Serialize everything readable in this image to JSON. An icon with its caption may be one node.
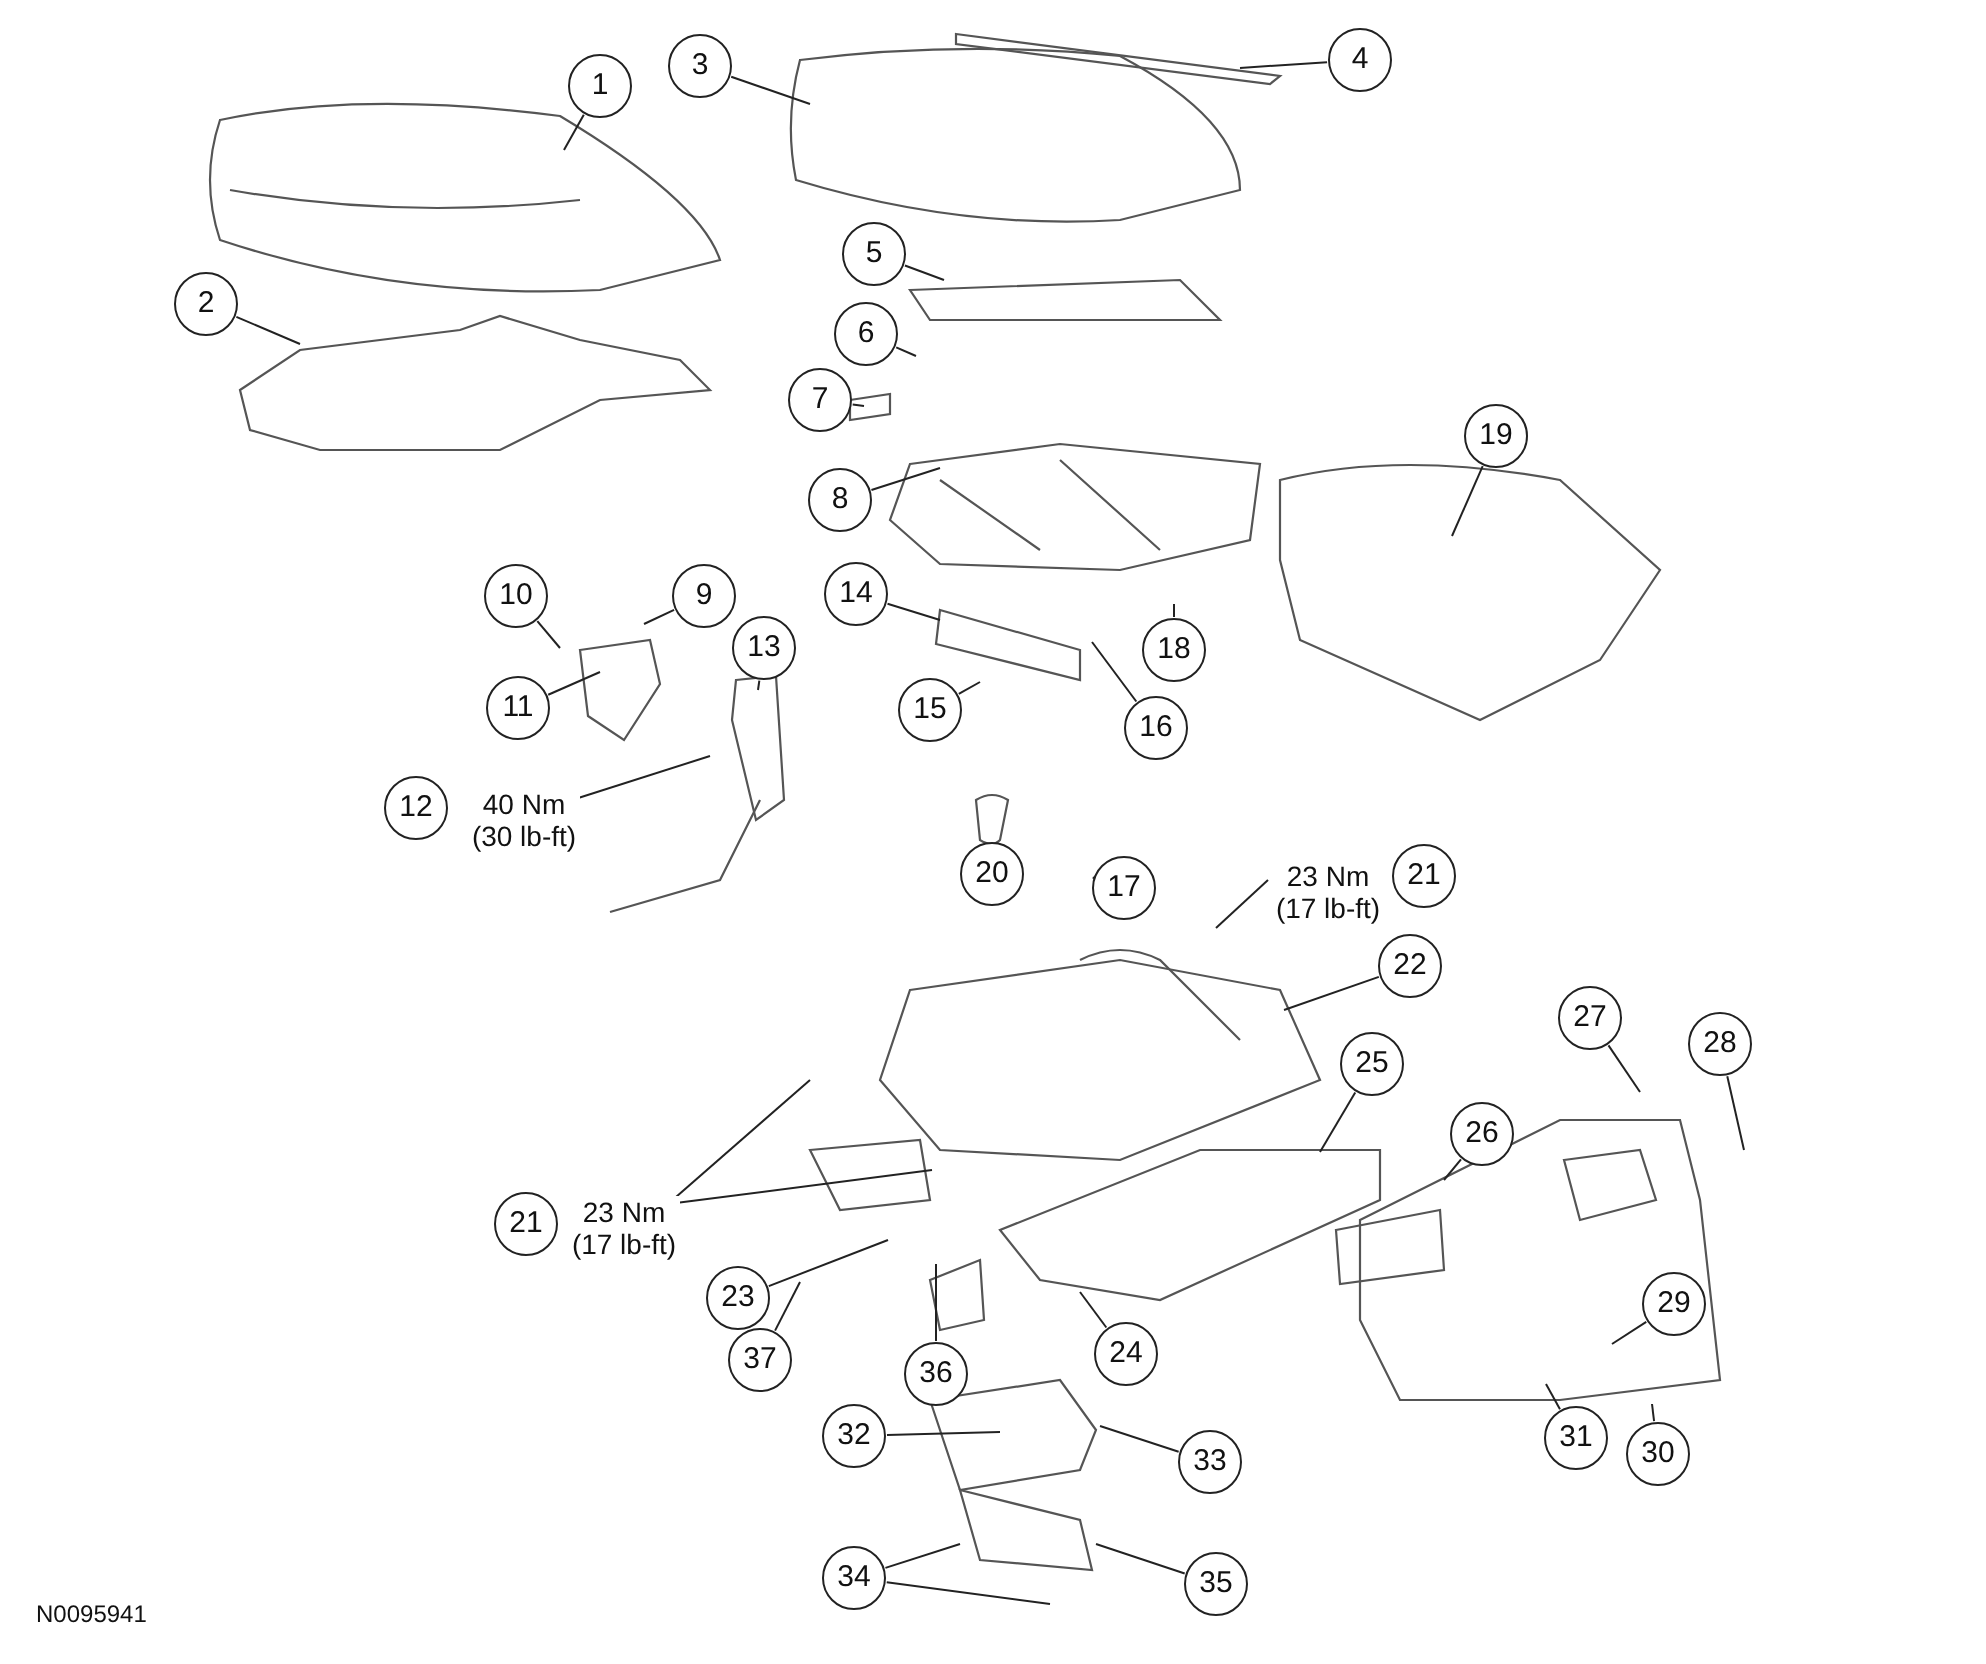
{
  "diagram": {
    "nodes": [
      {
        "text": [
          "1"
        ]
      },
      {
        "text": [
          "2"
        ]
      },
      {
        "text": [
          "3"
        ]
      },
      {
        "text": [
          "4"
        ]
      },
      {
        "text": [
          "5"
        ]
      },
      {
        "text": [
          "6"
        ]
      },
      {
        "text": [
          "7"
        ]
      },
      {
        "text": [
          "8"
        ]
      },
      {
        "text": [
          "9"
        ]
      },
      {
        "text": [
          "10"
        ]
      },
      {
        "text": [
          "11"
        ]
      },
      {
        "text": [
          "12"
        ],
        "beside": [
          "40 Nm (30 lb-ft)"
        ]
      },
      {
        "text": [
          "13"
        ]
      },
      {
        "text": [
          "14"
        ]
      },
      {
        "text": [
          "15"
        ]
      },
      {
        "text": [
          "16"
        ]
      },
      {
        "text": [
          "17"
        ]
      },
      {
        "text": [
          "18"
        ]
      },
      {
        "text": [
          "19"
        ]
      },
      {
        "text": [
          "20"
        ]
      },
      {
        "text": [
          "21"
        ],
        "beside": [
          "23 Nm (17 lb-ft)"
        ]
      },
      {
        "text": [
          "21"
        ],
        "beside": [
          "23 Nm (17 lb-ft)"
        ]
      },
      {
        "text": [
          "22"
        ]
      },
      {
        "text": [
          "23"
        ]
      },
      {
        "text": [
          "24"
        ]
      },
      {
        "text": [
          "25"
        ]
      },
      {
        "text": [
          "26"
        ]
      },
      {
        "text": [
          "27"
        ]
      },
      {
        "text": [
          "28"
        ]
      },
      {
        "text": [
          "29"
        ]
      },
      {
        "text": [
          "30"
        ]
      },
      {
        "text": [
          "31"
        ]
      },
      {
        "text": [
          "32"
        ]
      },
      {
        "text": [
          "33"
        ]
      },
      {
        "text": [
          "34"
        ]
      },
      {
        "text": [
          "35"
        ]
      },
      {
        "text": [
          "36"
        ]
      },
      {
        "text": [
          "37"
        ]
      }
    ],
    "edges": [
      {
        "from": 0,
        "to": null,
        "arrow": "none"
      },
      {
        "from": 1,
        "to": null,
        "arrow": "none"
      },
      {
        "from": 2,
        "to": null,
        "arrow": "none"
      },
      {
        "from": 3,
        "to": null,
        "arrow": "none"
      },
      {
        "from": 4,
        "to": null,
        "arrow": "none"
      },
      {
        "from": 5,
        "to": null,
        "arrow": "none"
      },
      {
        "from": 6,
        "to": null,
        "arrow": "none"
      },
      {
        "from": 7,
        "to": null,
        "arrow": "none"
      },
      {
        "from": 8,
        "to": null,
        "arrow": "none"
      },
      {
        "from": 9,
        "to": null,
        "arrow": "none"
      },
      {
        "from": 10,
        "to": null,
        "arrow": "none"
      },
      {
        "from": 11,
        "to": null,
        "arrow": "none"
      },
      {
        "from": 12,
        "to": null,
        "arrow": "none"
      },
      {
        "from": 13,
        "to": null,
        "arrow": "none"
      },
      {
        "from": 14,
        "to": null,
        "arrow": "none"
      },
      {
        "from": 15,
        "to": null,
        "arrow": "none"
      },
      {
        "from": 16,
        "to": null,
        "arrow": "none"
      },
      {
        "from": 17,
        "to": null,
        "arrow": "none"
      },
      {
        "from": 18,
        "to": null,
        "arrow": "none"
      },
      {
        "from": 20,
        "to": null,
        "arrow": "none"
      },
      {
        "from": 21,
        "to": null,
        "arrow": "none"
      },
      {
        "from": 21,
        "to": null,
        "arrow": "none"
      },
      {
        "from": 22,
        "to": null,
        "arrow": "none"
      },
      {
        "from": 23,
        "to": null,
        "arrow": "none"
      },
      {
        "from": 24,
        "to": null,
        "arrow": "none"
      },
      {
        "from": 25,
        "to": null,
        "arrow": "none"
      },
      {
        "from": 26,
        "to": null,
        "arrow": "none"
      },
      {
        "from": 27,
        "to": null,
        "arrow": "none"
      },
      {
        "from": 28,
        "to": null,
        "arrow": "none"
      },
      {
        "from": 29,
        "to": null,
        "arrow": "none"
      },
      {
        "from": 30,
        "to": null,
        "arrow": "none"
      },
      {
        "from": 31,
        "to": null,
        "arrow": "none"
      },
      {
        "from": 32,
        "to": null,
        "arrow": "none"
      },
      {
        "from": 33,
        "to": null,
        "arrow": "none"
      },
      {
        "from": 34,
        "to": null,
        "arrow": "none"
      },
      {
        "from": 34,
        "to": null,
        "arrow": "none"
      },
      {
        "from": 35,
        "to": null,
        "arrow": "none"
      },
      {
        "from": 36,
        "to": null,
        "arrow": "none"
      },
      {
        "from": 37,
        "to": null,
        "arrow": "none"
      }
    ],
    "labels": [
      "N0095941"
    ]
  }
}
